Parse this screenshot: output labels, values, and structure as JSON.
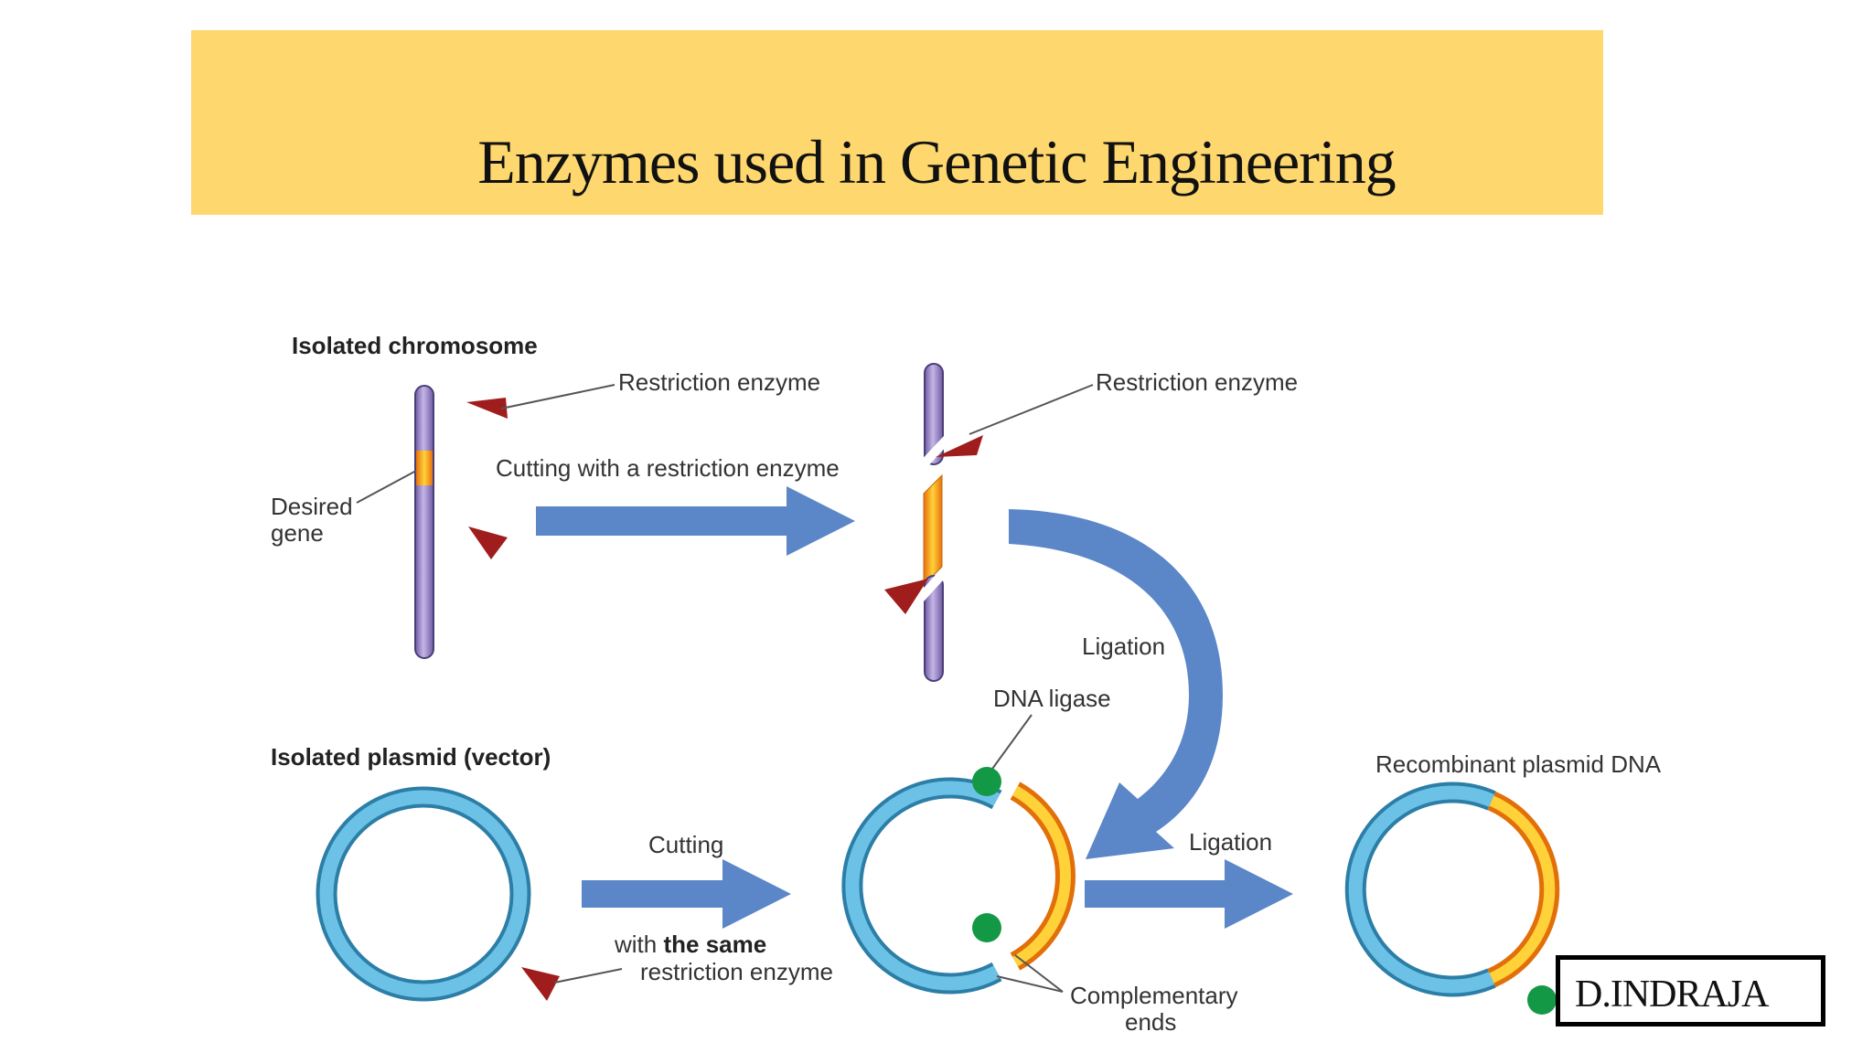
{
  "slide": {
    "title": "Enzymes used in Genetic Engineering",
    "author": "D.INDRAJA"
  },
  "diagram": {
    "labels": {
      "isolated_chromosome": "Isolated chromosome",
      "restriction_enzyme_1": "Restriction enzyme",
      "restriction_enzyme_2": "Restriction enzyme",
      "cutting_with_enzyme": "Cutting with a restriction enzyme",
      "desired_gene_line1": "Desired",
      "desired_gene_line2": "gene",
      "ligation_1": "Ligation",
      "dna_ligase": "DNA ligase",
      "isolated_plasmid": "Isolated plasmid (vector)",
      "recombinant_plasmid": "Recombinant plasmid DNA",
      "cutting": "Cutting",
      "ligation_2": "Ligation",
      "with_prefix": "with ",
      "the_same": "the same",
      "restriction_enzyme_3": "restriction enzyme",
      "complementary": "Complementary",
      "ends": "ends"
    },
    "colors": {
      "title_band": "#fed86f",
      "arrow": "#5b86c8",
      "chromosome": "#9d86c6",
      "gene": "#f5a50a",
      "plasmid": "#56afd6",
      "enzyme": "#a01d1d",
      "ligase": "#139945"
    }
  }
}
